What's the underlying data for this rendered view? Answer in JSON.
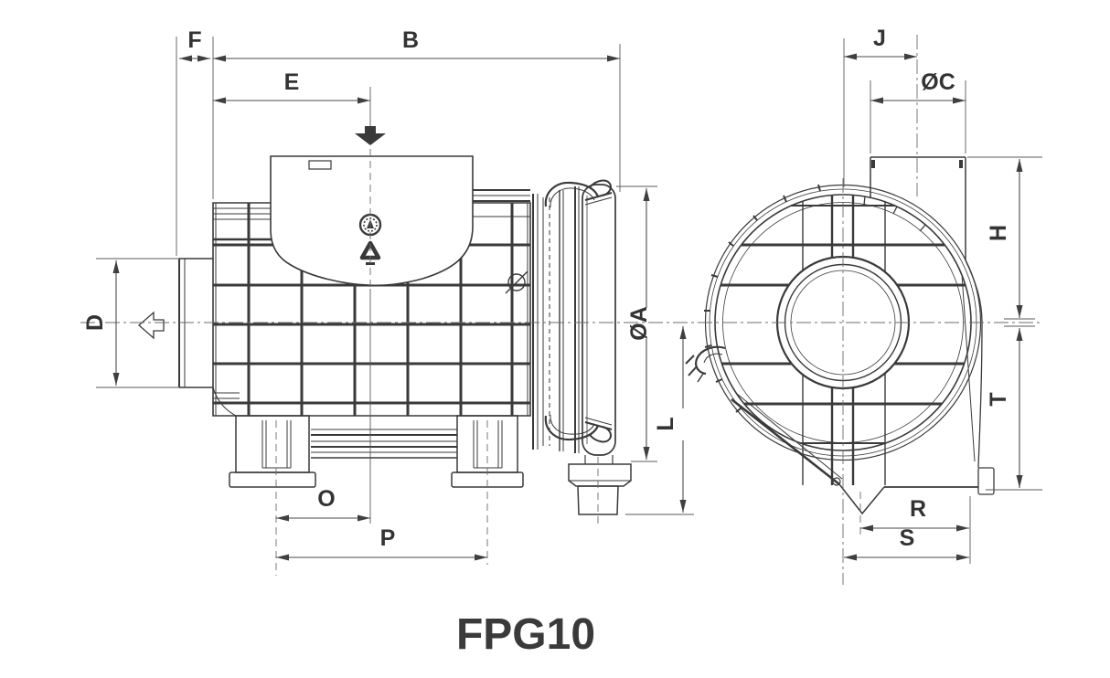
{
  "drawing_title": "FPG10",
  "side_view": {
    "labels": {
      "f": "F",
      "b": "B",
      "e": "E",
      "d": "D",
      "dia_a": "ØA",
      "l": "L",
      "o": "O",
      "p": "P"
    }
  },
  "front_view": {
    "labels": {
      "j": "J",
      "dia_c": "ØC",
      "h": "H",
      "t": "T",
      "r": "R",
      "s": "S"
    }
  },
  "colors": {
    "line": "#3a3a3a",
    "dimension": "#4a4a4a",
    "text": "#333333",
    "title": "#3a3a3a",
    "background": "#ffffff"
  }
}
